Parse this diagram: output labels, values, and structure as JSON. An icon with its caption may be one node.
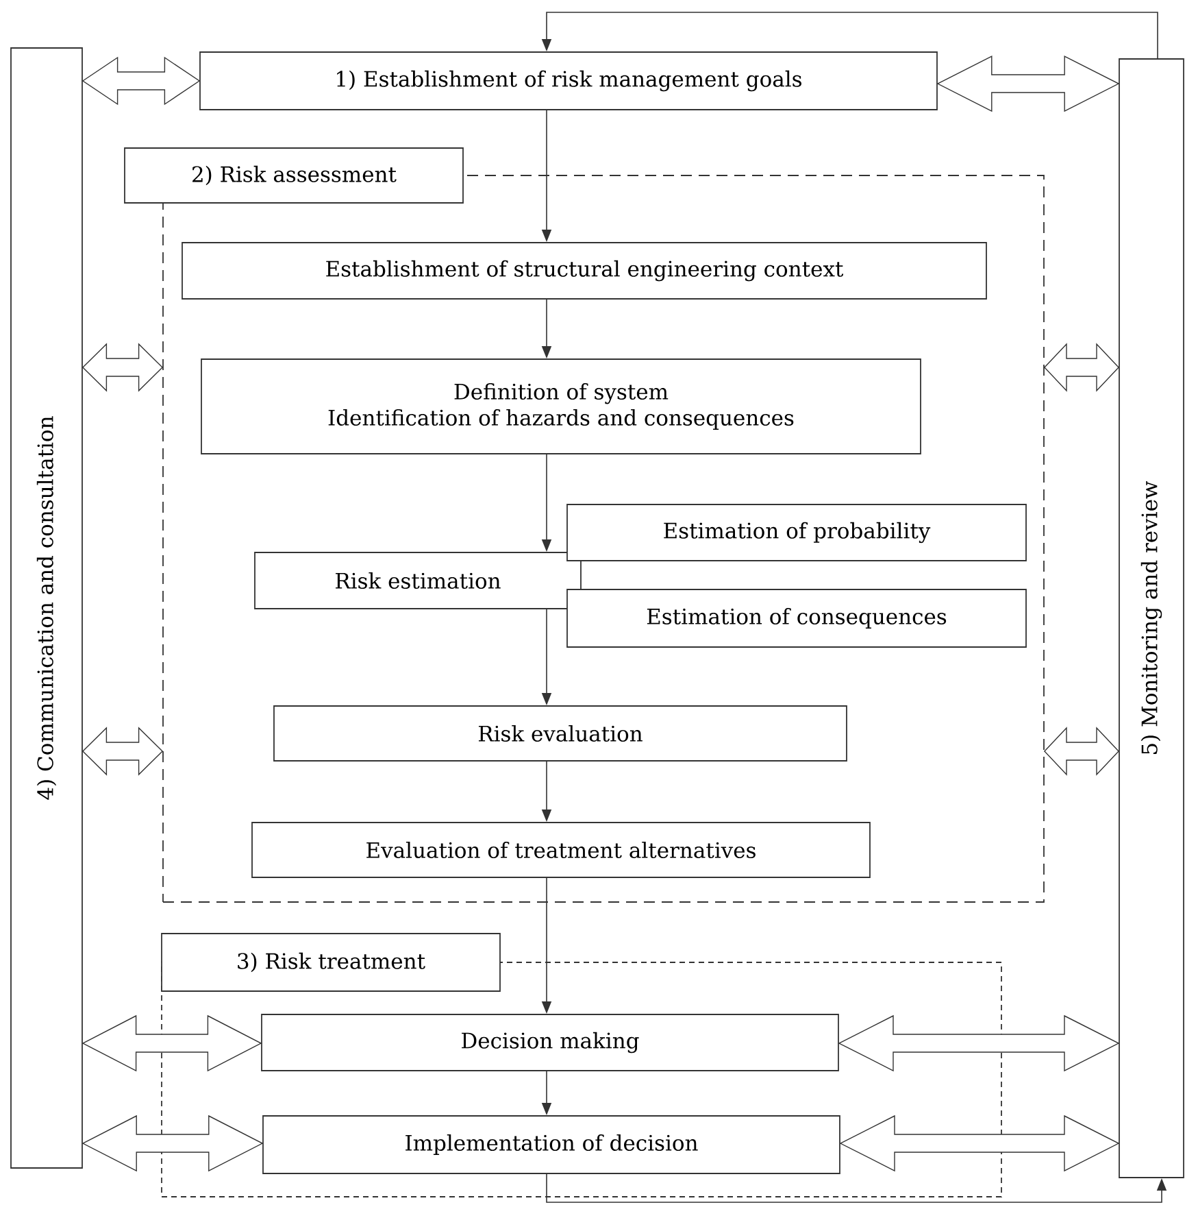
{
  "diagram": {
    "nodes": [
      {
        "text": [
          "4) Communication and consultation"
        ]
      },
      {
        "text": [
          "1) Establishment of risk management goals"
        ]
      },
      {
        "text": [
          "2) Risk assessment"
        ]
      },
      {
        "text": [],
        "shape": "box"
      },
      {
        "text": [
          "Establishment of structural engineering context"
        ],
        "in": 3
      },
      {
        "text": [
          "Definition of system",
          "Identification of hazards and consequences"
        ],
        "in": 3
      },
      {
        "text": [
          "Estimation of probability"
        ],
        "in": 3
      },
      {
        "text": [
          "Risk estimation"
        ],
        "in": 3
      },
      {
        "text": [
          "Estimation of consequences"
        ],
        "in": 3
      },
      {
        "text": [
          "Risk evaluation"
        ],
        "in": 3
      },
      {
        "text": [
          "Evaluation of treatment alternatives"
        ],
        "in": 3
      },
      {
        "text": [
          "3) Risk treatment"
        ]
      },
      {
        "text": [],
        "shape": "box"
      },
      {
        "text": [
          "Decision making"
        ],
        "in": 12
      },
      {
        "text": [
          "Implementation of decision"
        ],
        "in": 12
      },
      {
        "text": [
          "5) Monitoring and review"
        ]
      }
    ],
    "edges": [
      {
        "from": 15,
        "to": 1,
        "arrow": "to"
      },
      {
        "from": 1,
        "to": 4,
        "arrow": "to"
      },
      {
        "from": 4,
        "to": 5,
        "arrow": "to"
      },
      {
        "from": 5,
        "to": 7,
        "arrow": "to"
      },
      {
        "from": 7,
        "to": 9,
        "arrow": "to"
      },
      {
        "from": 9,
        "to": 10,
        "arrow": "to"
      },
      {
        "from": 10,
        "to": 13,
        "arrow": "to"
      },
      {
        "from": 13,
        "to": 14,
        "arrow": "to"
      },
      {
        "from": 14,
        "to": 15,
        "arrow": "to"
      },
      {
        "from": 0,
        "to": 1,
        "arrow": "both"
      },
      {
        "from": 1,
        "to": 15,
        "arrow": "both"
      },
      {
        "from": 0,
        "to": 3,
        "arrow": "both"
      },
      {
        "from": 3,
        "to": 15,
        "arrow": "both"
      },
      {
        "from": 0,
        "to": 3,
        "arrow": "both"
      },
      {
        "from": 3,
        "to": 15,
        "arrow": "both"
      },
      {
        "from": 0,
        "to": 13,
        "arrow": "both"
      },
      {
        "from": 13,
        "to": 15,
        "arrow": "both"
      },
      {
        "from": 0,
        "to": 14,
        "arrow": "both"
      },
      {
        "from": 14,
        "to": 15,
        "arrow": "both"
      }
    ]
  }
}
